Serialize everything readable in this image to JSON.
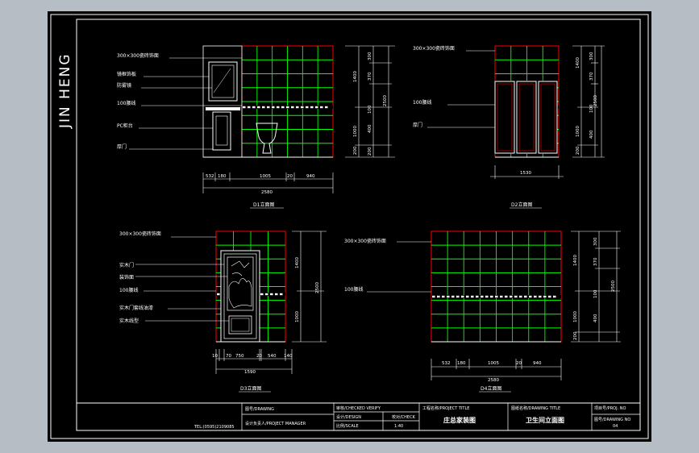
{
  "brand": "JIN HENG",
  "colors": {
    "background": "#000000",
    "tile_grid": "#00ff00",
    "outline": "#ff0000",
    "line": "#ffffff",
    "canvas_gray": "#b7bdc4"
  },
  "d1": {
    "labels": [
      "300×300瓷砖饰面",
      "镜框饰板",
      "防雾镜",
      "100腰线",
      "PC柜台",
      "厚门"
    ],
    "dims_bottom": [
      "532",
      "180",
      "1005",
      "20",
      "940"
    ],
    "dim_total": "2580",
    "dims_right_outer": [
      "1400",
      "1000",
      "200"
    ],
    "dims_right_mid": [
      "2500"
    ],
    "dims_right_inner": [
      "300",
      "370",
      "400",
      "100",
      "200"
    ],
    "caption": "D1立面图"
  },
  "d2": {
    "labels": [
      "300×300瓷砖饰面",
      "100腰线",
      "厚门"
    ],
    "dims_bottom": [
      "1530"
    ],
    "dims_right_outer": [
      "1400",
      "1000",
      "200"
    ],
    "dims_right_mid": [
      "2500"
    ],
    "dims_right_inner": [
      "300",
      "370",
      "100",
      "400"
    ],
    "caption": "D2立面图"
  },
  "d3": {
    "labels": [
      "300×300瓷砖饰面",
      "实木门",
      "装饰面",
      "100腰线",
      "实木门套线油漆",
      "实木线型"
    ],
    "dims_bottom": [
      "10",
      "70",
      "750",
      "20",
      "540",
      "140"
    ],
    "dim_total": "1590",
    "dims_right_outer": [
      "1400",
      "1000"
    ],
    "dims_right_mid": [
      "2500"
    ],
    "caption": "D3立面图"
  },
  "d4": {
    "labels": [
      "300×300瓷砖饰面",
      "100腰线"
    ],
    "dims_bottom": [
      "532",
      "180",
      "1005",
      "20",
      "940"
    ],
    "dim_total": "2580",
    "dims_right_outer": [
      "1400",
      "1000",
      "200"
    ],
    "dims_right_mid": [
      "2500"
    ],
    "dims_right_inner": [
      "300",
      "370",
      "100",
      "400"
    ],
    "caption": "D4立面图"
  },
  "title_block": {
    "tel": "TEL:(0595)2109085",
    "c1_top": "图号/DRAWING",
    "c1_bottom": "设计负责人/PROJECT MANAGER",
    "c2_r1": "审核/CHECKED VERIFY",
    "c2_r2a": "设计/DESIGN",
    "c2_r2b": "校对/CHECK",
    "c2_r3a": "比例/SCALE",
    "c2_r3b": "1:40",
    "c3_top": "工程名称/PROJECT TITLE",
    "c3_bottom": "庄总家装图",
    "c4_top": "图纸名称/DRAWING TITLE",
    "c4_bottom": "卫生间立面图",
    "c5_top": "项目号/PROJ. NO",
    "c5_bottom": "图号/DRAWING NO",
    "c5_sub": "04"
  }
}
